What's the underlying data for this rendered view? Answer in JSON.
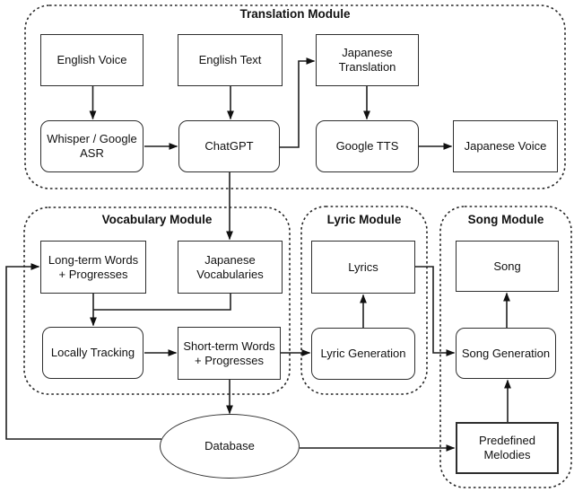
{
  "figure": {
    "type": "flow-diagram",
    "background": "#ffffff",
    "line_color": "#1f1f1f",
    "text_color": "#111111"
  },
  "modules": {
    "translation": {
      "title": "Translation Module"
    },
    "vocabulary": {
      "title": "Vocabulary Module"
    },
    "lyric": {
      "title": "Lyric Module"
    },
    "song": {
      "title": "Song Module"
    }
  },
  "nodes": {
    "english_voice": {
      "label": "English Voice",
      "shape": "rect"
    },
    "english_text": {
      "label": "English Text",
      "shape": "rect"
    },
    "japanese_translation": {
      "label": "Japanese\nTranslation",
      "shape": "rect"
    },
    "whisper_asr": {
      "label": "Whisper / Google\nASR",
      "shape": "rounded"
    },
    "chatgpt": {
      "label": "ChatGPT",
      "shape": "rounded"
    },
    "google_tts": {
      "label": "Google TTS",
      "shape": "rounded"
    },
    "japanese_voice": {
      "label": "Japanese Voice",
      "shape": "rect"
    },
    "long_term_words": {
      "label": "Long-term Words\n+ Progresses",
      "shape": "rect"
    },
    "japanese_vocabularies": {
      "label": "Japanese\nVocabularies",
      "shape": "rect"
    },
    "locally_tracking": {
      "label": "Locally Tracking",
      "shape": "rounded"
    },
    "short_term_words": {
      "label": "Short-term Words\n+ Progresses",
      "shape": "rect"
    },
    "lyrics": {
      "label": "Lyrics",
      "shape": "rect"
    },
    "lyric_generation": {
      "label": "Lyric Generation",
      "shape": "rounded"
    },
    "song": {
      "label": "Song",
      "shape": "rect"
    },
    "song_generation": {
      "label": "Song Generation",
      "shape": "rounded"
    },
    "predefined_melodies": {
      "label": "Predefined\nMelodies",
      "shape": "rect"
    },
    "database": {
      "label": "Database",
      "shape": "ellipse"
    }
  },
  "edges": [
    {
      "from": "english_voice",
      "to": "whisper_asr"
    },
    {
      "from": "english_text",
      "to": "chatgpt"
    },
    {
      "from": "whisper_asr",
      "to": "chatgpt"
    },
    {
      "from": "chatgpt",
      "to": "japanese_translation"
    },
    {
      "from": "japanese_translation",
      "to": "google_tts"
    },
    {
      "from": "google_tts",
      "to": "japanese_voice"
    },
    {
      "from": "chatgpt",
      "to": "japanese_vocabularies"
    },
    {
      "from": "database",
      "to": "long_term_words"
    },
    {
      "from": "long_term_words",
      "to": "locally_tracking"
    },
    {
      "from": "japanese_vocabularies",
      "to": "locally_tracking"
    },
    {
      "from": "locally_tracking",
      "to": "short_term_words"
    },
    {
      "from": "short_term_words",
      "to": "lyric_generation"
    },
    {
      "from": "short_term_words",
      "to": "database"
    },
    {
      "from": "lyric_generation",
      "to": "lyrics"
    },
    {
      "from": "lyrics",
      "to": "song_generation"
    },
    {
      "from": "database",
      "to": "predefined_melodies"
    },
    {
      "from": "predefined_melodies",
      "to": "song_generation"
    },
    {
      "from": "song_generation",
      "to": "song"
    }
  ]
}
